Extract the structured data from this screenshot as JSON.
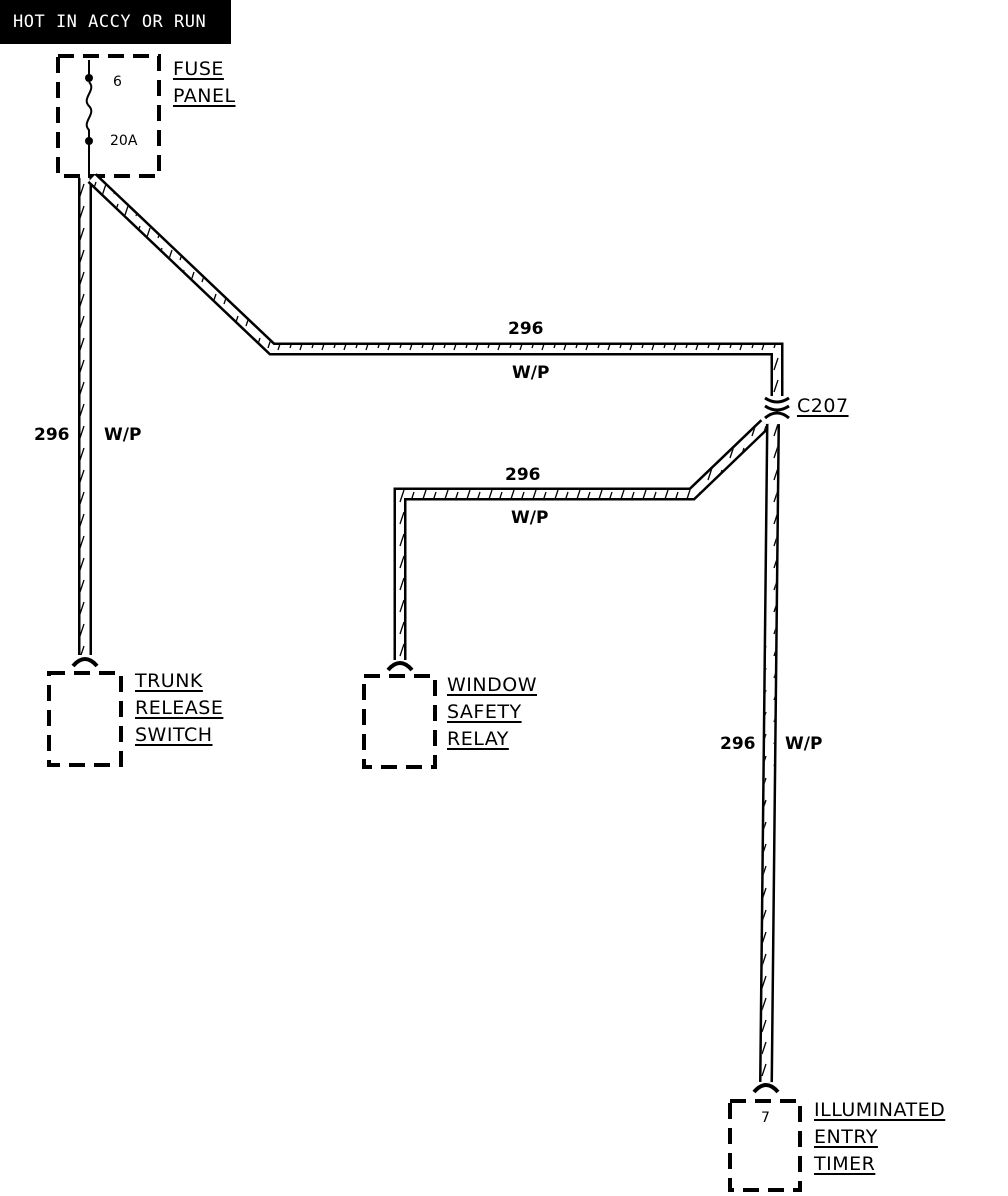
{
  "header": {
    "hot_label": "HOT IN ACCY OR RUN"
  },
  "fuse_panel": {
    "line1": "FUSE",
    "line2": "PANEL",
    "fuse_number": "6",
    "fuse_rating": "20A"
  },
  "connector": {
    "label": "C207"
  },
  "components": {
    "trunk_release_switch": {
      "line1": "TRUNK",
      "line2": "RELEASE",
      "line3": "SWITCH"
    },
    "window_safety_relay": {
      "line1": "WINDOW",
      "line2": "SAFETY",
      "line3": "RELAY"
    },
    "illuminated_entry_timer": {
      "line1": "ILLUMINATED",
      "line2": "ENTRY",
      "line3": "TIMER",
      "pin": "7"
    }
  },
  "wires": {
    "trunk_branch": {
      "circuit": "296",
      "color": "W/P"
    },
    "top_run": {
      "circuit": "296",
      "color": "W/P"
    },
    "window_run": {
      "circuit": "296",
      "color": "W/P"
    },
    "timer_branch": {
      "circuit": "296",
      "color": "W/P"
    }
  },
  "colors": {
    "ink": "#000000",
    "paper": "#ffffff"
  }
}
